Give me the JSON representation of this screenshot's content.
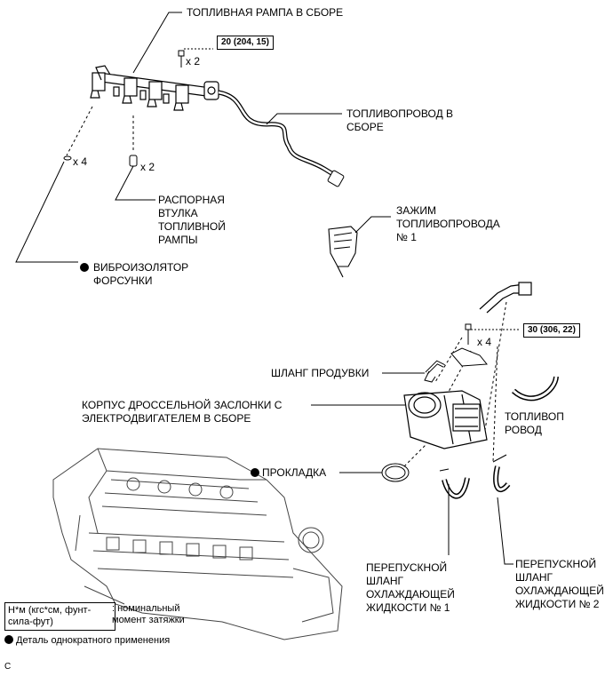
{
  "labels": {
    "fuel_rail": "ТОПЛИВНАЯ РАМПА В СБОРЕ",
    "fuel_pipe": "ТОПЛИВОПРОВОД В\nСБОРЕ",
    "spacer": "РАСПОРНАЯ\nВТУЛКА\nТОПЛИВНОЙ\nРАМПЫ",
    "clamp": "ЗАЖИМ\nТОПЛИВОПРОВОДА\n№ 1",
    "insulator": "ВИБРОИЗОЛЯТОР\nФОРСУНКИ",
    "purge_hose": "ШЛАНГ ПРОДУВКИ",
    "throttle": "КОРПУС ДРОССЕЛЬНОЙ ЗАСЛОНКИ С\nЭЛЕКТРОДВИГАТЕЛЕМ В СБОРЕ",
    "fuel_pipe_right": "ТОПЛИВОП\nРОВОД",
    "gasket": "ПРОКЛАДКА",
    "bypass1": "ПЕРЕПУСКНОЙ\nШЛАНГ\nОХЛАЖДАЮЩЕЙ\nЖИДКОСТИ № 1",
    "bypass2": "ПЕРЕПУСКНОЙ\nШЛАНГ\nОХЛАЖДАЮЩЕЙ\nЖИДКОСТИ № 2"
  },
  "qty": {
    "bolts_rail": "x 2",
    "insulators": "x 4",
    "spacers": "x 2",
    "bolts_throttle": "x 4"
  },
  "torque": {
    "rail": "20 (204, 15)",
    "throttle": "30 (306, 22)"
  },
  "legend": {
    "units": "Н*м (кгс*см, фунт-\nсила-фут)",
    "units_desc": ": номинальный\nмомент затяжки",
    "non_reusable": "Деталь однократного применения"
  },
  "footer": {
    "code": "C"
  }
}
